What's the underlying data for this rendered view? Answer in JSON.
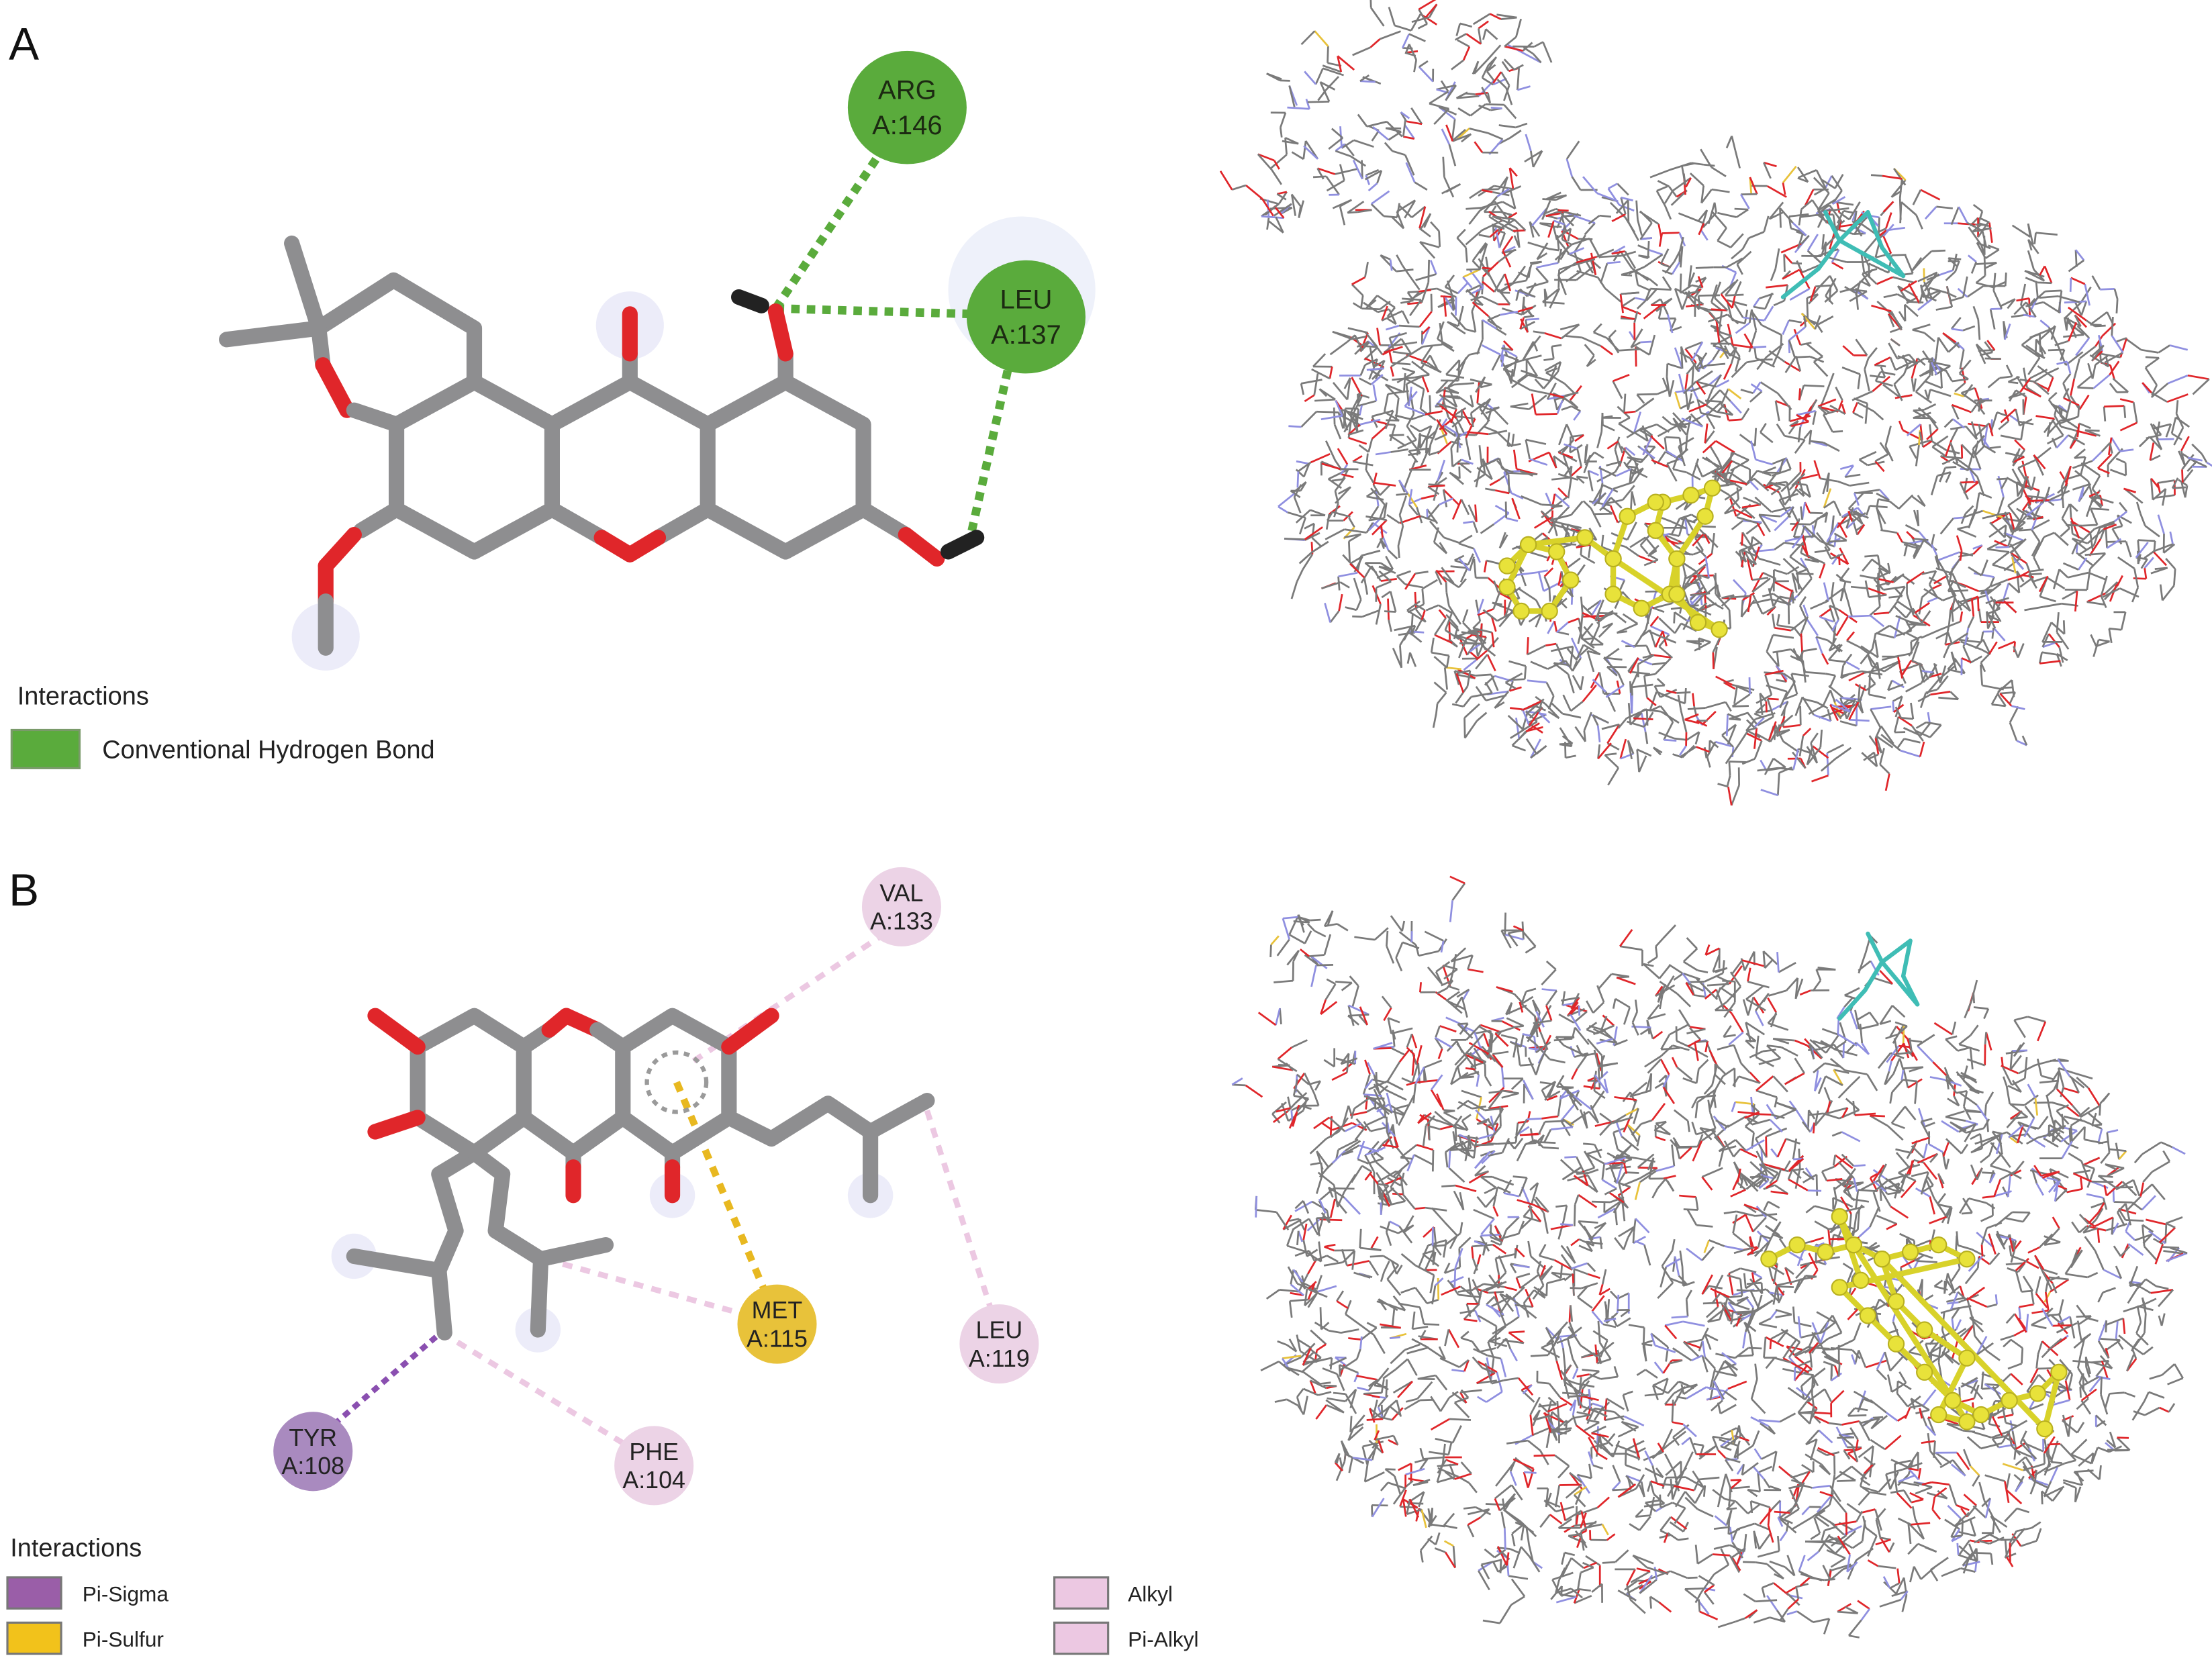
{
  "panels": [
    {
      "label": "A",
      "residues": [
        {
          "name": "ARG",
          "id": "A:146",
          "type": "Conventional Hydrogen Bond"
        },
        {
          "name": "LEU",
          "id": "A:137",
          "type": "Conventional Hydrogen Bond"
        }
      ],
      "legend": {
        "title": "Interactions",
        "items": [
          {
            "label": "Conventional Hydrogen Bond",
            "color": "#5aab3c"
          }
        ]
      }
    },
    {
      "label": "B",
      "residues": [
        {
          "name": "VAL",
          "id": "A:133",
          "type": "Alkyl"
        },
        {
          "name": "MET",
          "id": "A:115",
          "type": "Pi-Sulfur"
        },
        {
          "name": "LEU",
          "id": "A:119",
          "type": "Alkyl"
        },
        {
          "name": "TYR",
          "id": "A:108",
          "type": "Pi-Sigma"
        },
        {
          "name": "PHE",
          "id": "A:104",
          "type": "Pi-Alkyl"
        }
      ],
      "legend": {
        "title": "Interactions",
        "items": [
          {
            "label": "Pi-Sigma",
            "color": "#9a5ea8"
          },
          {
            "label": "Pi-Sulfur",
            "color": "#f2c21b"
          },
          {
            "label": "Alkyl",
            "color": "#ecc8e2"
          },
          {
            "label": "Pi-Alkyl",
            "color": "#ecc8e2"
          }
        ]
      }
    }
  ],
  "colors": {
    "hbond": "#5aab3c",
    "pi_sigma": "#a98abf",
    "pi_sulfur": "#e8c23a",
    "alkyl": "#ecd3e6",
    "carbon": "#8e8e90",
    "oxygen": "#e0262a",
    "ligand": "#e8e23a",
    "highlight": "#3fbdb5"
  }
}
